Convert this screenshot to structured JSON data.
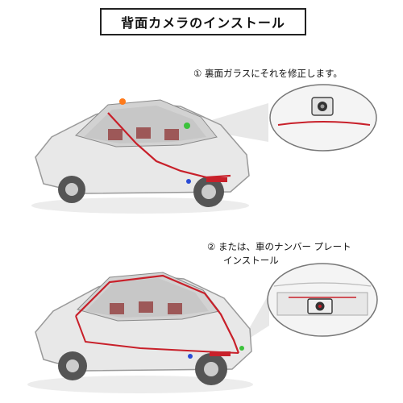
{
  "title": "背面カメラのインストール",
  "steps": [
    {
      "marker": "①",
      "text": "裏面ガラスにそれを修正します。"
    },
    {
      "marker": "②",
      "text_line1": "または、車のナンバー プレート",
      "text_line2": "インストール"
    }
  ],
  "colors": {
    "car_body": "#e8e8e8",
    "car_outline": "#9a9a9a",
    "wire_red": "#c8202a",
    "camera_dot_green": "#3cc23c",
    "camera_dot_orange": "#ff7a1a",
    "headlight_blue": "#2a4bd6"
  }
}
